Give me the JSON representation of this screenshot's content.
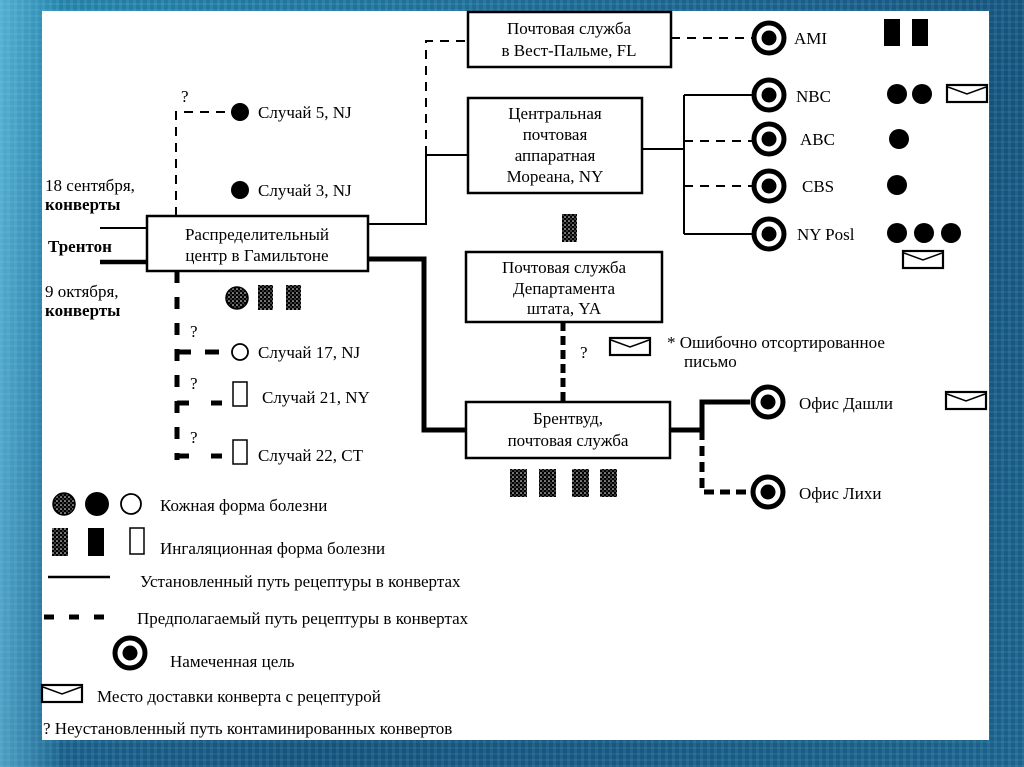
{
  "boxes": {
    "hamilton": [
      "Распределительный",
      "центр в Гамильтоне"
    ],
    "west_palm": [
      "Почтовая служба",
      "в Вест-Пальме, FL"
    ],
    "moreana": [
      "Центральная",
      "почтовая",
      "аппаратная",
      "Мореана, NY"
    ],
    "state_dept": [
      "Почтовая служба",
      "Департамента",
      "штата, YA"
    ],
    "brentwood": [
      "Брентвуд,",
      "почтовая служба"
    ]
  },
  "left_labels": {
    "sept": [
      "18 сентября,",
      "конверты"
    ],
    "trenton": "Трентон",
    "oct": [
      "9 октября,",
      "конверты"
    ]
  },
  "cases": {
    "case5": "Случай 5, NJ",
    "case3": "Случай 3, NJ",
    "case17": "Случай 17, NJ",
    "case21": "Случай 21, NY",
    "case22": "Случай 22, CT"
  },
  "targets": {
    "ami": "AMI",
    "nbc": "NBC",
    "abc": "ABC",
    "cbs": "CBS",
    "nypost": "NY Posl",
    "daschle": "Офис Дашли",
    "leahy": "Офис Лихи"
  },
  "question_mark": "?",
  "missorted_note": [
    "* Ошибочно отсортированное",
    "письмо"
  ],
  "legend": {
    "cutaneous": "Кожная форма болезни",
    "inhalation": "Ингаляционная форма болезни",
    "established_path": "Установленный путь рецептуры в конвертах",
    "suspected_path": "Предполагаемый путь рецептуры в конвертах",
    "target": "Намеченная цель",
    "envelope": "Место доставки конверта с рецептурой",
    "unknown_path": "? Неустановленный путь контаминированных конвертов"
  },
  "icons": {
    "target": "bullseye-icon",
    "cutaneous_confirmed": "filled-circle-icon",
    "cutaneous_suspected": "open-circle-icon",
    "cutaneous_dotted": "dotted-circle-icon",
    "inhalation_confirmed": "filled-rect-icon",
    "inhalation_suspected": "open-rect-icon",
    "inhalation_dotted": "dotted-rect-icon",
    "envelope": "envelope-icon"
  }
}
